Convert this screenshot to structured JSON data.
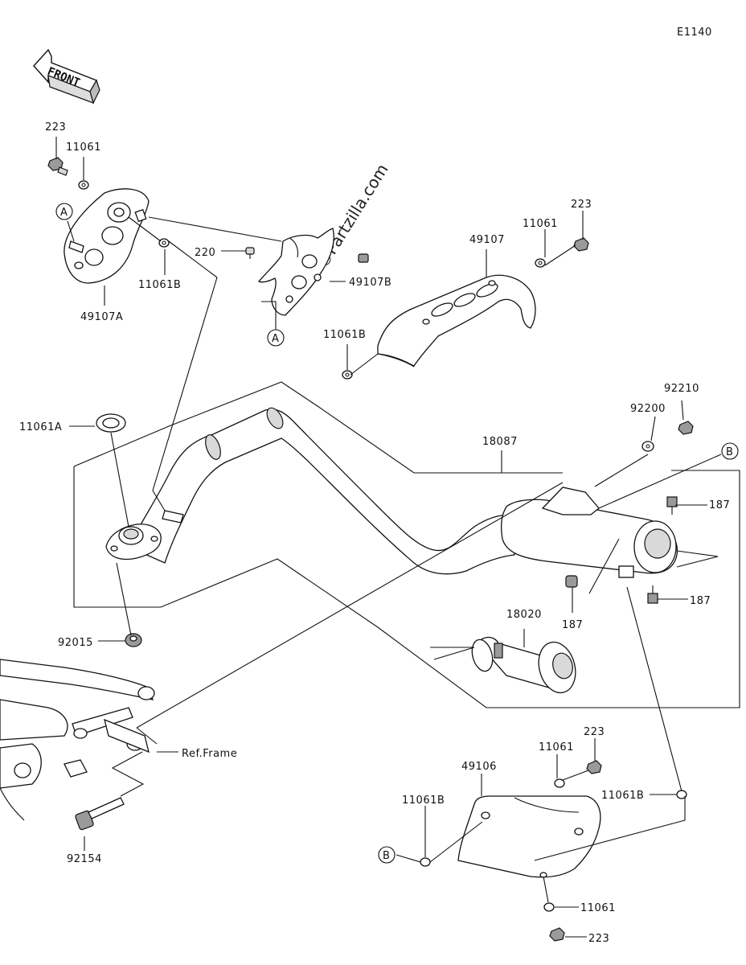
{
  "diagram_code": "E1140",
  "front_label": "FRONT",
  "watermark": "©Partzilla.com",
  "ref_frame": "Ref.Frame",
  "callouts": {
    "a1": "A",
    "a2": "A",
    "b1": "B",
    "b2": "B"
  },
  "parts": {
    "p223_top": "223",
    "p11061_top": "11061",
    "p49107A": "49107A",
    "p11061B_left": "11061B",
    "p220": "220",
    "p49107B": "49107B",
    "p49107": "49107",
    "p11061_mid": "11061",
    "p223_mid": "223",
    "p11061B_mid": "11061B",
    "p11061A": "11061A",
    "p18087": "18087",
    "p92200": "92200",
    "p92210": "92210",
    "p187_a": "187",
    "p187_b": "187",
    "p187_c": "187",
    "p18020": "18020",
    "p92015": "92015",
    "p92154": "92154",
    "p223_low": "223",
    "p11061_low": "11061",
    "p49106": "49106",
    "p11061B_low": "11061B",
    "p11061B_right": "11061B",
    "p11061_bot": "11061",
    "p223_bot": "223"
  }
}
